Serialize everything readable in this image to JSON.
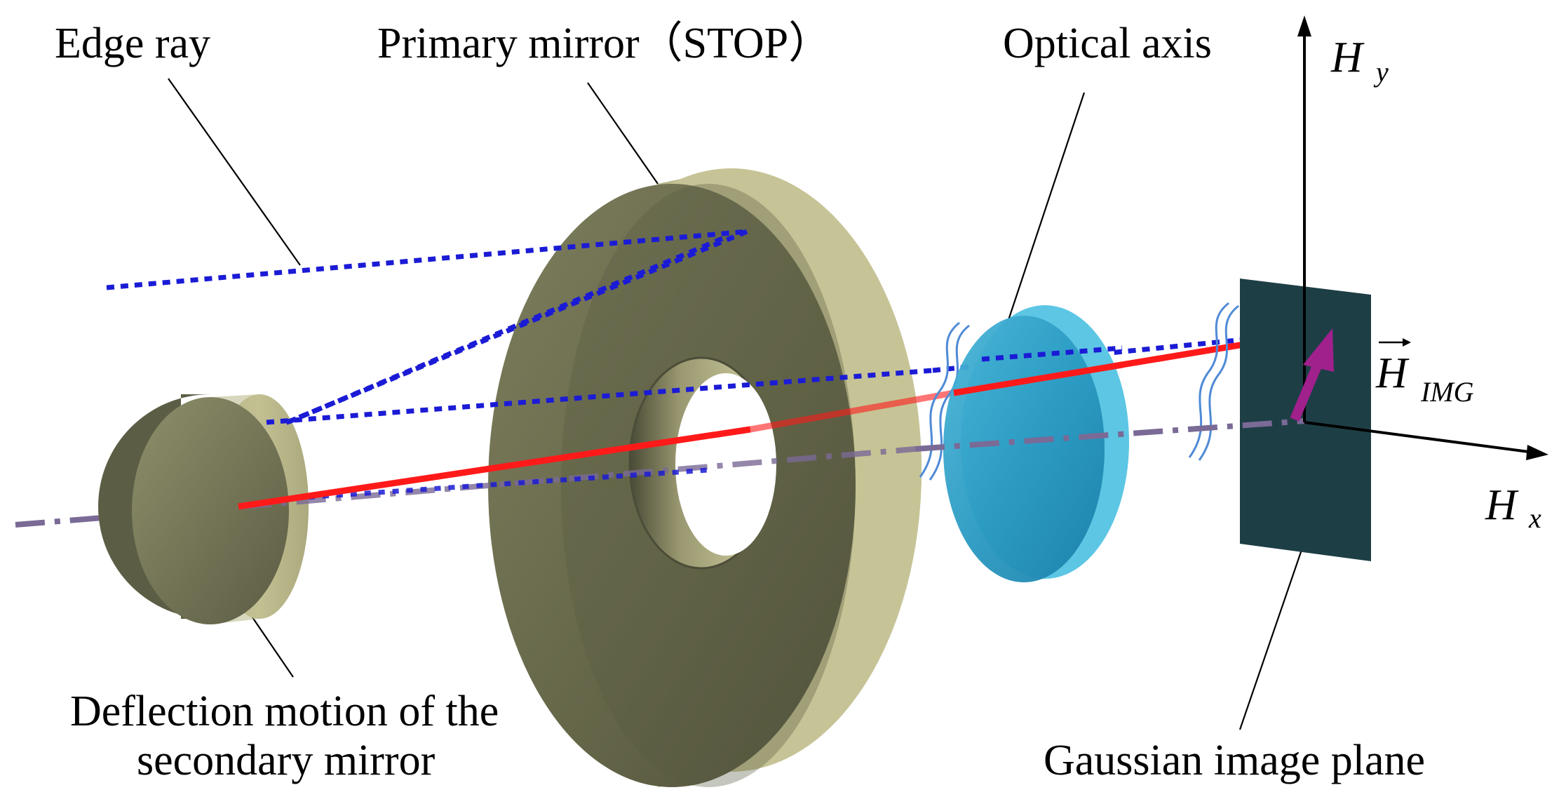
{
  "labels": {
    "edge_ray": "Edge ray",
    "primary_mirror": "Primary mirror（STOP）",
    "optical_axis": "Optical axis",
    "deflection_line1": "Deflection motion of the",
    "deflection_line2": "secondary mirror",
    "gaussian_plane": "Gaussian image plane",
    "axis_hy_main": "H",
    "axis_hy_sub": "y",
    "axis_hx_main": "H",
    "axis_hx_sub": "x",
    "vector_main": "H",
    "vector_sub": "IMG"
  },
  "colors": {
    "mirror_face": "#8b8c68",
    "mirror_rim": "#c9c797",
    "mirror_shadow": "#5f6049",
    "lens_face": "#2aa0c8",
    "lens_rim": "#5cc6e4",
    "image_plane": "#1e3e46",
    "ray_edge": "#1b1bd6",
    "ray_chief": "#ff1a1a",
    "optical_axis": "#7a6a96",
    "vector": "#a0208c",
    "leader": "#000000",
    "break_mark": "#4f8ad6"
  },
  "icons": {
    "vector_arrow": "overrightarrow-icon",
    "axis_arrow": "arrowhead-icon"
  }
}
